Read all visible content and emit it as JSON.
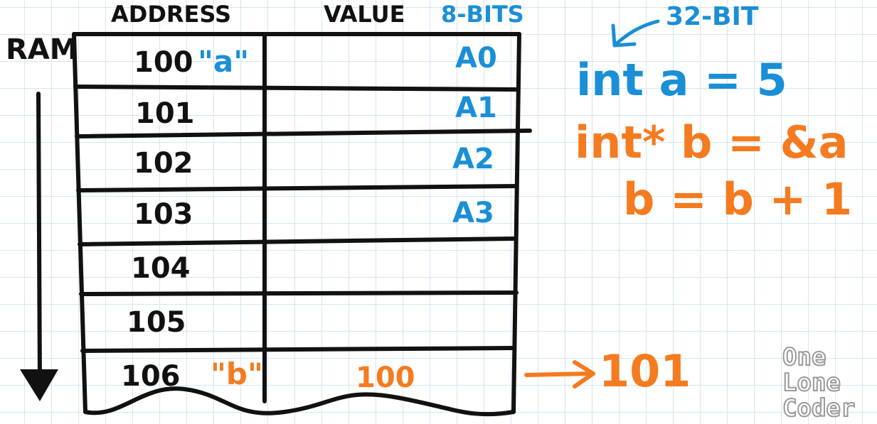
{
  "headers": {
    "address": "ADDRESS",
    "value": "VALUE",
    "value_note": "8-BITS"
  },
  "ram_label": "RAM",
  "rows": [
    {
      "address": "100",
      "tag": "\"a\"",
      "tag_color": "#1a8fd6",
      "value": "A0",
      "value_color": "#1a8fd6"
    },
    {
      "address": "101",
      "tag": "",
      "value": "A1",
      "value_color": "#1a8fd6"
    },
    {
      "address": "102",
      "tag": "",
      "value": "A2",
      "value_color": "#1a8fd6"
    },
    {
      "address": "103",
      "tag": "",
      "value": "A3",
      "value_color": "#1a8fd6"
    },
    {
      "address": "104",
      "tag": "",
      "value": ""
    },
    {
      "address": "105",
      "tag": "",
      "value": ""
    },
    {
      "address": "106",
      "tag": "\"b\"",
      "tag_color": "#f47b20",
      "value": "100",
      "value_color": "#f47b20"
    }
  ],
  "annotations": {
    "bit_note": "32-BIT",
    "line1": "int a = 5",
    "line2": "int* b = &a",
    "line3": "b = b + 1",
    "result": "101"
  },
  "logo": {
    "line1": "One",
    "line2": "Lone",
    "line3": "Coder"
  },
  "colors": {
    "ink": "#111111",
    "blue": "#1a8fd6",
    "orange": "#f47b20"
  }
}
